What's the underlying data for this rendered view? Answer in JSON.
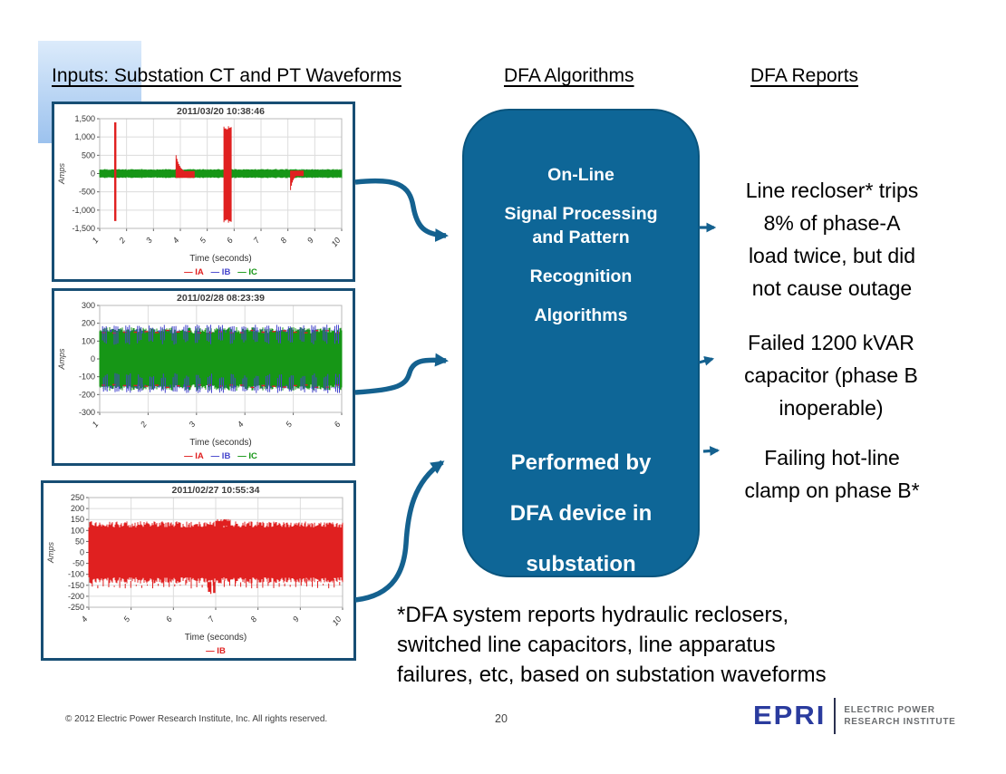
{
  "headers": {
    "inputs": "Inputs: Substation CT and PT Waveforms",
    "algorithms": "DFA Algorithms",
    "reports": "DFA Reports"
  },
  "algorithm_box": {
    "paragraphs": [
      "On-Line",
      "Signal Processing and Pattern",
      "Recognition",
      "Algorithms"
    ],
    "bottom_lines": [
      "Performed by",
      "DFA device in",
      "substation"
    ]
  },
  "reports": [
    {
      "text": "Line recloser* trips\n8% of phase-A\nload twice, but did\nnot cause outage"
    },
    {
      "text": "Failed 1200 kVAR\ncapacitor (phase B\ninoperable)"
    },
    {
      "text": "Failing hot-line\nclamp on phase B*"
    }
  ],
  "footnote": {
    "text": "*DFA system reports hydraulic reclosers,\nswitched line capacitors, line apparatus\nfailures, etc, based on substation waveforms"
  },
  "footer": {
    "copyright": "© 2012 Electric Power Research Institute, Inc. All rights reserved.",
    "page_number": "20"
  },
  "logo": {
    "wordmark": "EPRI",
    "line1": "ELECTRIC POWER",
    "line2": "RESEARCH INSTITUTE"
  },
  "colors": {
    "accent_blue": "#0e6697",
    "accent_blue_border": "#0a557e",
    "chart_frame": "#174e74",
    "arrow_blue": "#14618f",
    "logo_blue": "#2a3b9e",
    "logo_gray": "#6b6d70",
    "gradient_top": "#dcebfb",
    "gradient_bottom": "#9cc2ee",
    "series_red": "#e02020",
    "series_blue": "#4444cc",
    "series_green": "#169616"
  },
  "chart_data": [
    {
      "type": "line",
      "title": "2011/03/20 10:38:46",
      "xlabel": "Time (seconds)",
      "ylabel": "Amps",
      "xlim": [
        1,
        10
      ],
      "xticks": [
        1,
        2,
        3,
        4,
        5,
        6,
        7,
        8,
        9,
        10
      ],
      "ylim": [
        -1500,
        1500
      ],
      "yticks": [
        -1500,
        -1000,
        -500,
        0,
        500,
        1000,
        1500
      ],
      "ytick_labels": [
        "-1,500",
        "-1,000",
        "-500",
        "0",
        "500",
        "1,000",
        "1,500"
      ],
      "grid": true,
      "legend_position": "bottom",
      "legend": [
        {
          "name": "IA",
          "color": "#e02020"
        },
        {
          "name": "IB",
          "color": "#4444cc"
        },
        {
          "name": "IC",
          "color": "#169616"
        }
      ],
      "seed": 101,
      "series": [
        {
          "name": "IA-load",
          "color": "#e02020",
          "render": "band",
          "amp": 95
        },
        {
          "name": "IB",
          "color": "#4444cc",
          "render": "band",
          "amp": 108
        },
        {
          "name": "IC",
          "color": "#169616",
          "render": "band",
          "amp": 125
        },
        {
          "name": "IA-fault-events",
          "color": "#e02020",
          "render": "events",
          "events": [
            {
              "type": "spike",
              "t": 1.58,
              "hi": 1400,
              "lo": -1300
            },
            {
              "type": "decay",
              "t": 3.84,
              "w": 0.7,
              "hi": 500,
              "hi_mode": "decay",
              "lo": -120,
              "lo_mode": "const",
              "floor": 70
            },
            {
              "type": "block",
              "t": 5.62,
              "w": 0.3,
              "hi": 1300,
              "lo": -1350
            },
            {
              "type": "decay",
              "t": 8.1,
              "w": 0.5,
              "hi": 80,
              "hi_mode": "const",
              "lo": -450,
              "lo_mode": "decay",
              "floor": 70
            }
          ]
        }
      ]
    },
    {
      "type": "line",
      "title": "2011/02/28 08:23:39",
      "xlabel": "Time (seconds)",
      "ylabel": "Amps",
      "xlim": [
        1,
        6
      ],
      "xticks": [
        1,
        2,
        3,
        4,
        5,
        6
      ],
      "ylim": [
        -300,
        300
      ],
      "yticks": [
        -300,
        -200,
        -100,
        0,
        100,
        200,
        300
      ],
      "ytick_labels": [
        "-300",
        "-200",
        "-100",
        "0",
        "100",
        "200",
        "300"
      ],
      "grid": true,
      "legend_position": "bottom",
      "legend": [
        {
          "name": "IA",
          "color": "#e02020"
        },
        {
          "name": "IB",
          "color": "#4444cc"
        },
        {
          "name": "IC",
          "color": "#169616"
        }
      ],
      "seed": 202,
      "series": [
        {
          "name": "IB",
          "color": "#4444cc",
          "render": "band",
          "amp": 168
        },
        {
          "name": "IC",
          "color": "#169616",
          "render": "band",
          "amp": 178
        },
        {
          "name": "IA-marks",
          "color": "#e02020",
          "render": "hticks",
          "level": 152,
          "period": 0.22
        },
        {
          "name": "IB-spike-comb",
          "color": "#4444cc",
          "render": "comb",
          "outer": 186,
          "inner": 100,
          "period": 0.24,
          "count": 3
        }
      ]
    },
    {
      "type": "line",
      "title": "2011/02/27 10:55:34",
      "xlabel": "Time (seconds)",
      "ylabel": "Amps",
      "xlim": [
        4,
        10
      ],
      "xticks": [
        4,
        5,
        6,
        7,
        8,
        9,
        10
      ],
      "ylim": [
        -250,
        250
      ],
      "yticks": [
        -250,
        -200,
        -150,
        -100,
        -50,
        0,
        50,
        100,
        150,
        200,
        250
      ],
      "ytick_labels": [
        "-250",
        "-200",
        "-150",
        "-100",
        "-50",
        "0",
        "50",
        "100",
        "150",
        "200",
        "250"
      ],
      "grid": true,
      "legend_position": "bottom",
      "legend": [
        {
          "name": "IB",
          "color": "#e02020"
        }
      ],
      "seed": 303,
      "series": [
        {
          "name": "IB",
          "color": "#e02020",
          "render": "band",
          "amp": 142
        },
        {
          "name": "IB-bottom-comb",
          "color": "#e02020",
          "render": "comb",
          "outer": 160,
          "inner": 138,
          "period": 0.13,
          "count": 1,
          "side": "bottom"
        },
        {
          "name": "IB-dip-event",
          "color": "#e02020",
          "render": "events",
          "events": [
            {
              "type": "cluster",
              "t": 6.78,
              "w": 0.25,
              "hi": -135,
              "lo": -192,
              "n": 9
            },
            {
              "type": "block",
              "t": 7.0,
              "w": 0.35,
              "hi": 152,
              "lo": 122
            }
          ]
        }
      ]
    }
  ]
}
